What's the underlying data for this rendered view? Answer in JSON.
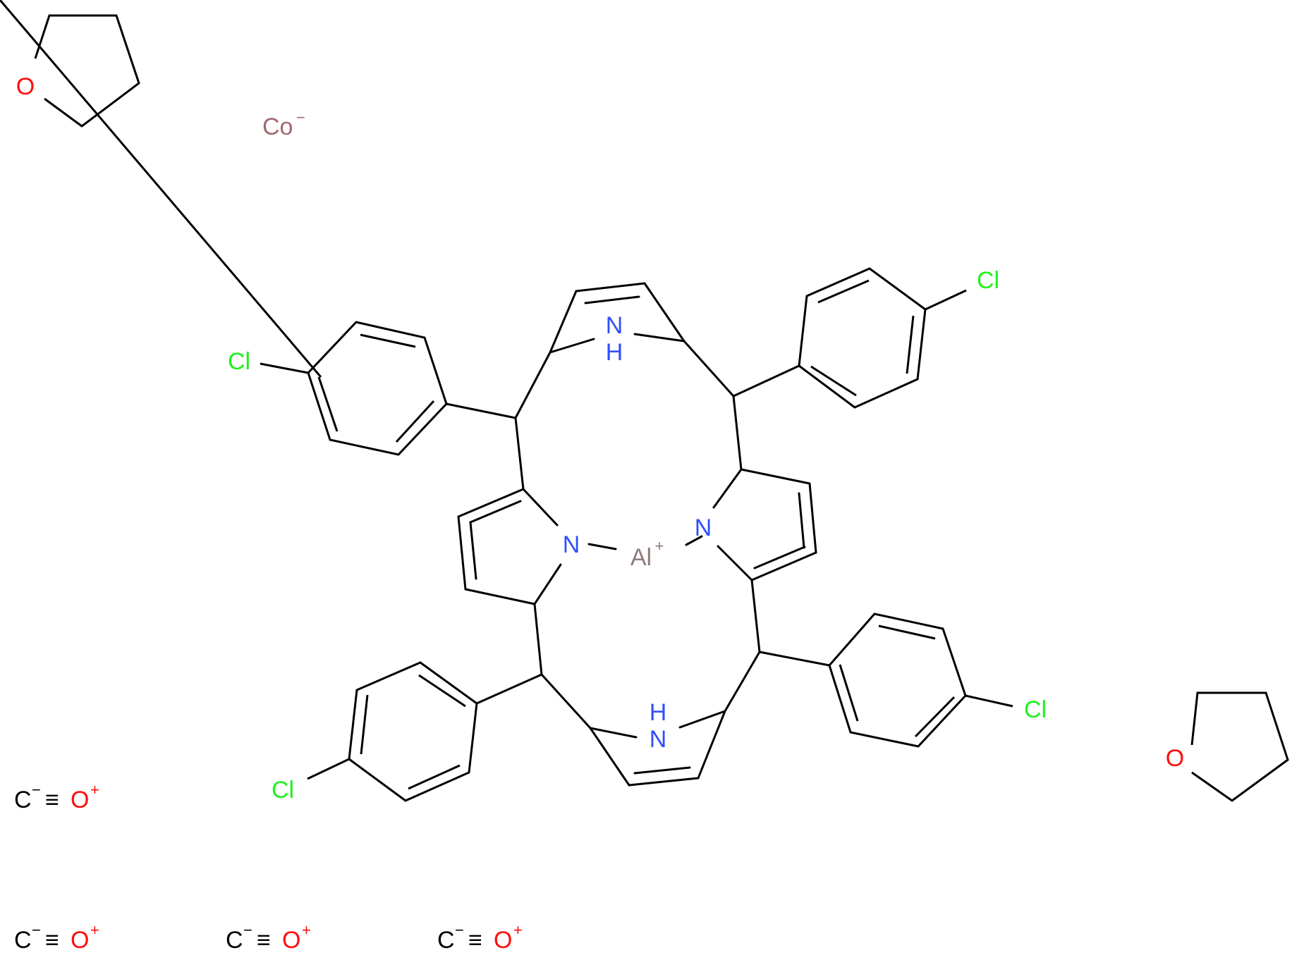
{
  "colors": {
    "bond": "#000000",
    "nitrogen": "#3050F8",
    "oxygen": "#FF0D0D",
    "chlorine": "#1FF01F",
    "aluminum": "#8F7A7A",
    "cobalt": "#A06970",
    "carbon_label": "#000000"
  },
  "atoms": {
    "cobalt": {
      "symbol": "Co",
      "charge": "−"
    },
    "aluminum": {
      "symbol": "Al",
      "charge": "+"
    },
    "pyrrole_n_left": "N",
    "pyrrole_n_right": "N",
    "pyrrole_nh_top": {
      "n": "N",
      "h": "H"
    },
    "pyrrole_nh_bottom": {
      "n": "N",
      "h": "H"
    },
    "chlorines": [
      "Cl",
      "Cl",
      "Cl",
      "Cl"
    ],
    "thf_oxygens": [
      "O",
      "O"
    ]
  },
  "carbonyls": [
    {
      "c": "C",
      "c_charge": "−",
      "bond": "≡",
      "o": "O",
      "o_charge": "+"
    },
    {
      "c": "C",
      "c_charge": "−",
      "bond": "≡",
      "o": "O",
      "o_charge": "+"
    },
    {
      "c": "C",
      "c_charge": "−",
      "bond": "≡",
      "o": "O",
      "o_charge": "+"
    },
    {
      "c": "C",
      "c_charge": "−",
      "bond": "≡",
      "o": "O",
      "o_charge": "+"
    }
  ]
}
